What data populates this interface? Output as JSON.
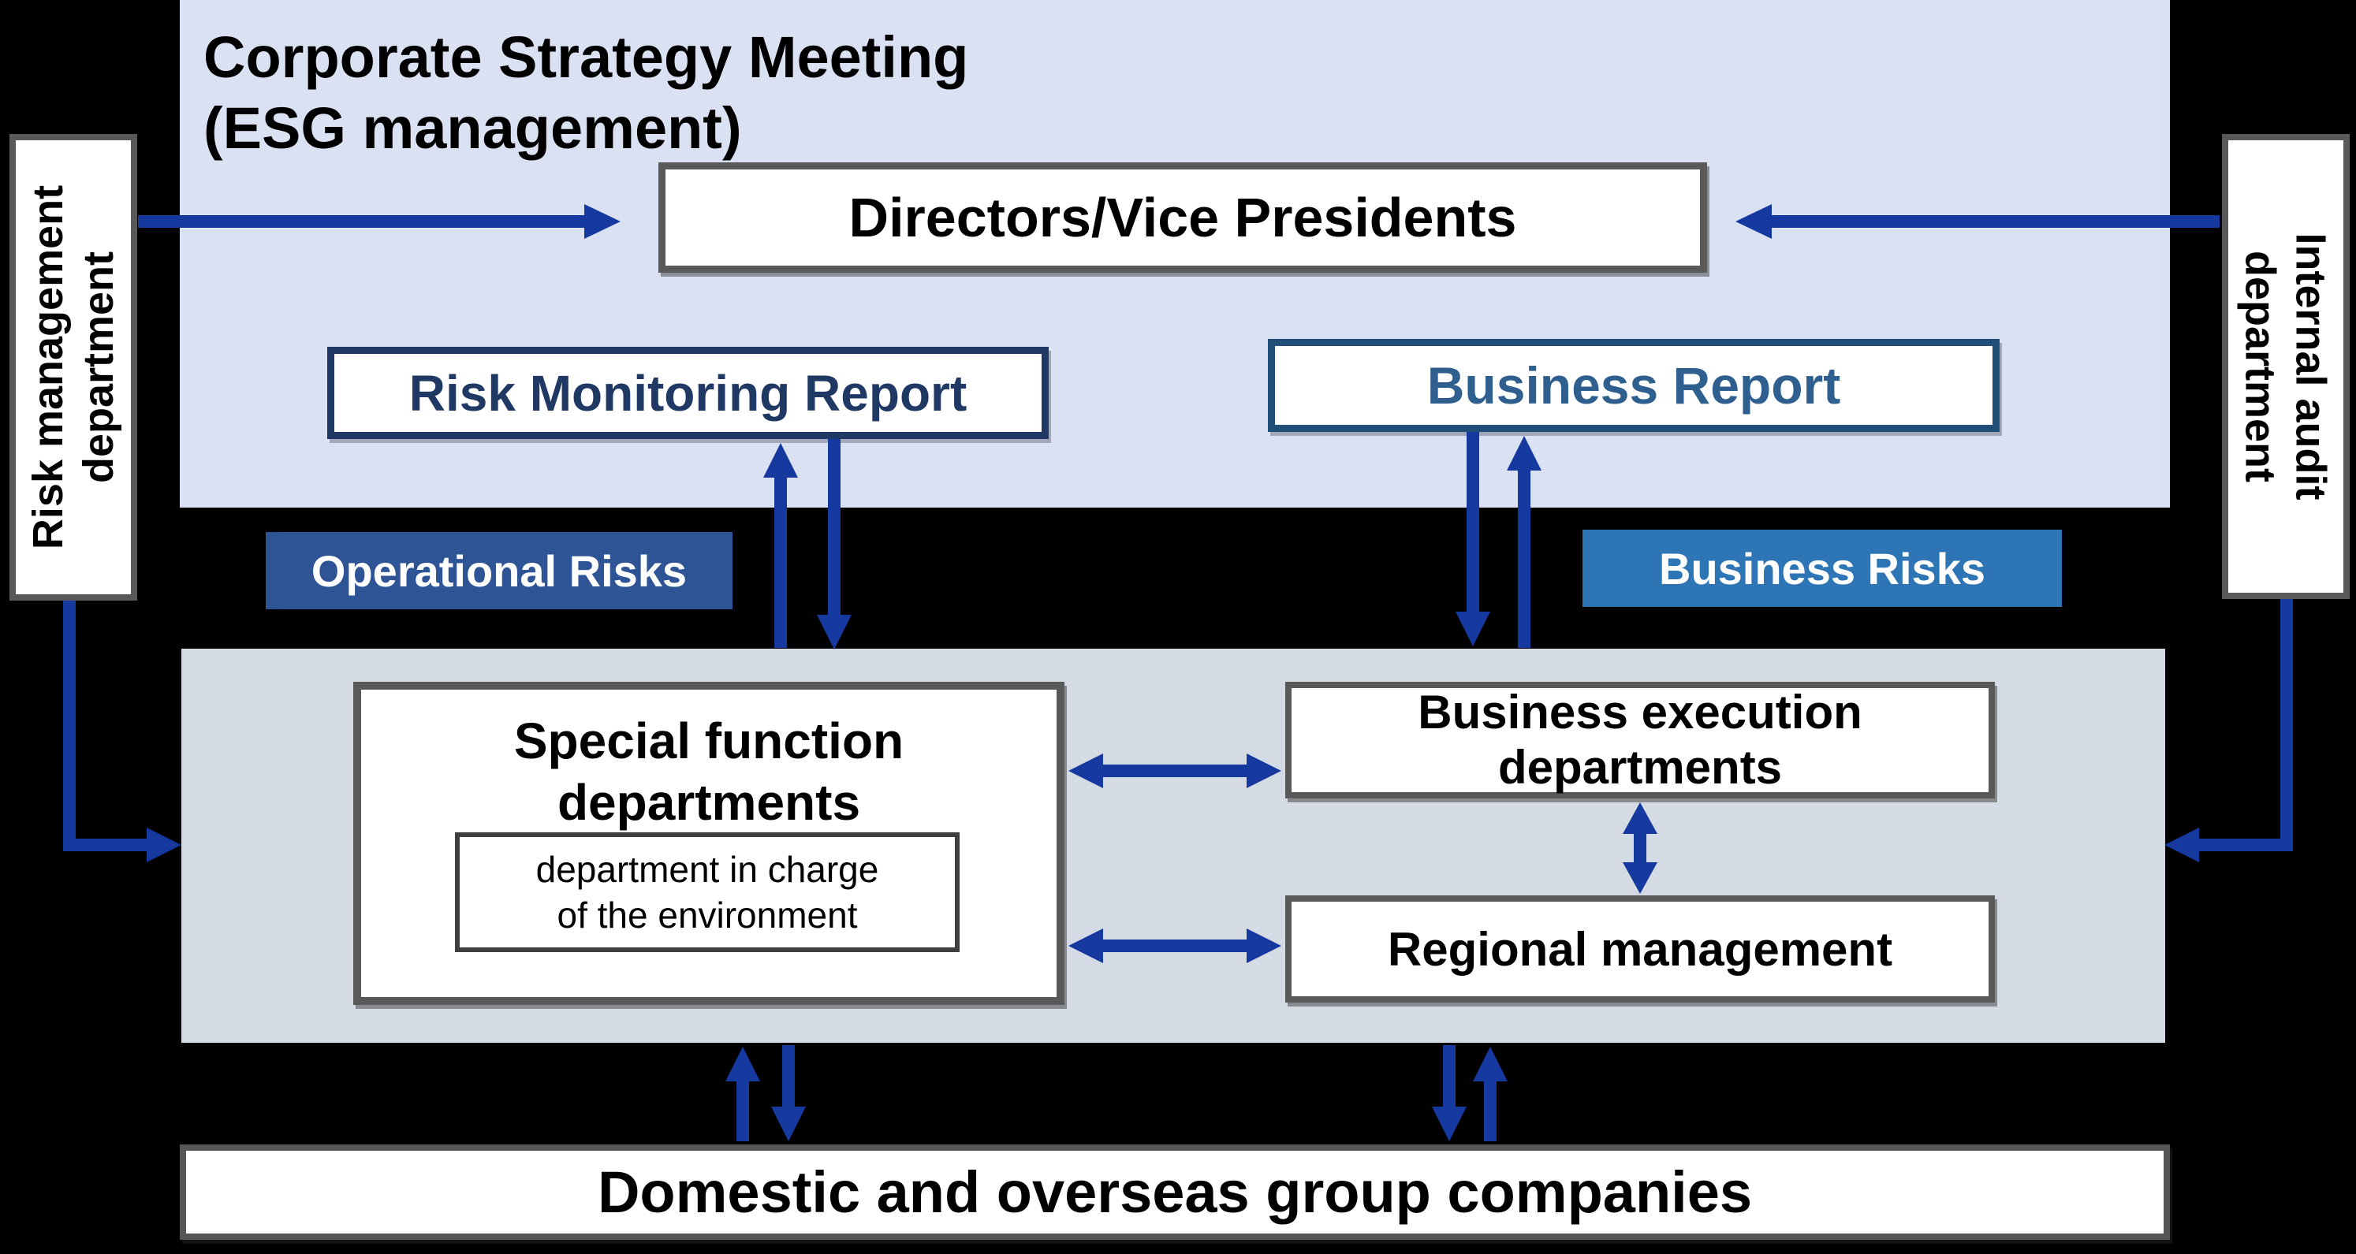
{
  "diagram": {
    "top_panel": {
      "title_line1": "Corporate Strategy Meeting",
      "title_line2": "(ESG management)",
      "directors_box": "Directors/Vice Presidents",
      "risk_monitoring_report": "Risk Monitoring Report",
      "business_report": "Business Report"
    },
    "labels": {
      "operational_risks": "Operational Risks",
      "business_risks": "Business Risks"
    },
    "side_boxes": {
      "risk_management_line1": "Risk management",
      "risk_management_line2": "department",
      "internal_audit_line1": "Internal audit",
      "internal_audit_line2": "department"
    },
    "lower_panel": {
      "special_function_line1": "Special function",
      "special_function_line2": "departments",
      "environment_dept_line1": "department in charge",
      "environment_dept_line2": "of the environment",
      "business_execution_line1": "Business execution",
      "business_execution_line2": "departments",
      "regional_management": "Regional management"
    },
    "bottom_box": "Domestic and overseas group companies",
    "colors": {
      "arrow_blue": "#16399F",
      "top_panel_fill": "#D9E1F2",
      "lower_panel_fill": "#D5DBE4",
      "operational_risks_fill": "#2F5496",
      "business_risks_fill": "#2E75B6",
      "navy_border_text": "#1F3864",
      "business_report_border": "#1F4E79",
      "business_report_text": "#2E5F8F",
      "gray_box_border": "#595959",
      "background": "#000000"
    }
  }
}
